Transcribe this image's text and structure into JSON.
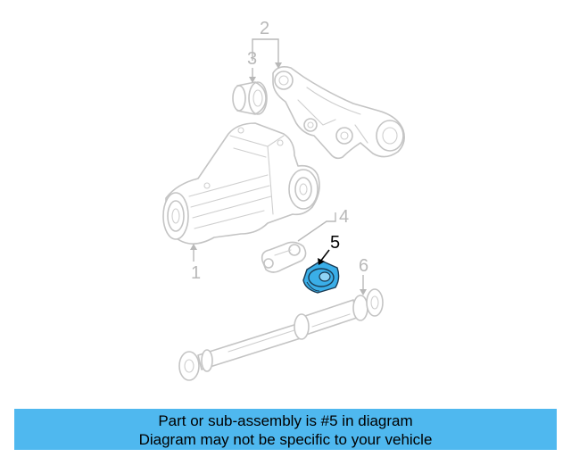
{
  "callouts": [
    {
      "label": "1",
      "name": "differential"
    },
    {
      "label": "2",
      "name": "mount-bracket"
    },
    {
      "label": "3",
      "name": "bracket-bushing"
    },
    {
      "label": "4",
      "name": "support-arm"
    },
    {
      "label": "5",
      "name": "bushing-highlighted"
    },
    {
      "label": "6",
      "name": "drive-shaft"
    }
  ],
  "colors": {
    "highlight": "#3aaee8",
    "banner": "#4fb8ef",
    "line": "#c4c4c4",
    "callout": "#b8b8b8"
  },
  "banner": {
    "line1": "Part or sub-assembly is #5 in diagram",
    "line2": "Diagram may not be specific to your vehicle"
  }
}
